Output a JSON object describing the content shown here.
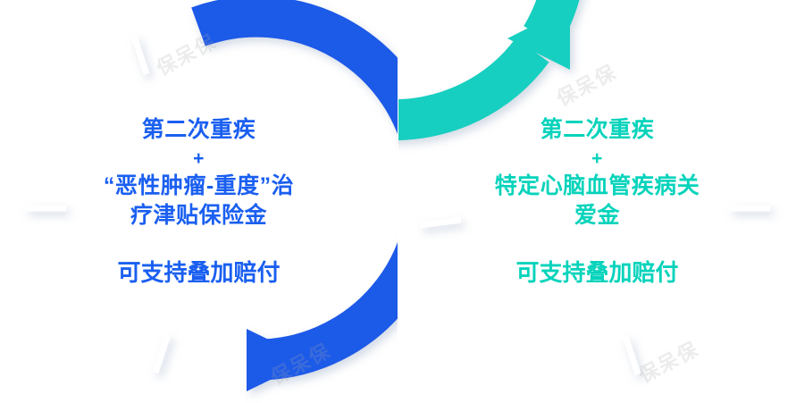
{
  "diagram": {
    "type": "two-circular-arrow-diagram",
    "watermark_text": "保呆保",
    "circles": [
      {
        "id": "left",
        "color": "#1f5ae8",
        "accent": "#1a5ff0",
        "arrow_direction": "clockwise-bottom-right",
        "lines": [
          {
            "kind": "main",
            "text": "第二次重疾"
          },
          {
            "kind": "plus",
            "text": "+"
          },
          {
            "kind": "body",
            "text": "“恶性肿瘤-重度”治"
          },
          {
            "kind": "body",
            "text": "疗津贴保险金"
          }
        ],
        "footer": "可支持叠加赔付"
      },
      {
        "id": "right",
        "color": "#14cfc0",
        "accent": "#07d3bb",
        "arrow_direction": "counterclockwise-top-left",
        "lines": [
          {
            "kind": "main",
            "text": "第二次重疾"
          },
          {
            "kind": "plus",
            "text": "+"
          },
          {
            "kind": "body",
            "text": "特定心脑血管疾病关"
          },
          {
            "kind": "body",
            "text": "爱金"
          }
        ],
        "footer": "可支持叠加赔付"
      }
    ]
  }
}
